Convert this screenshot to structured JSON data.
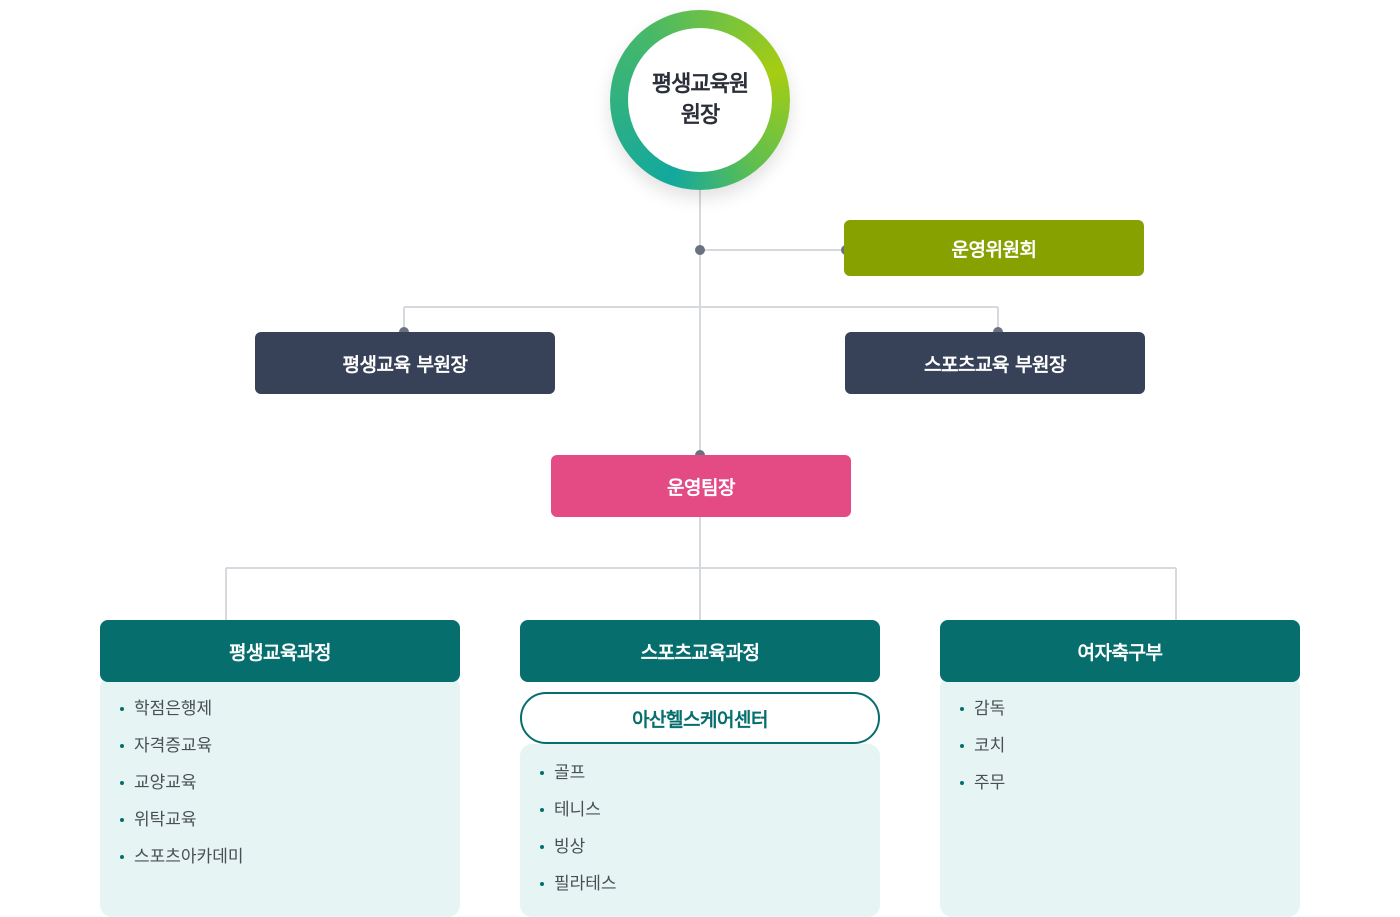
{
  "director": {
    "line1": "평생교육원",
    "line2": "원장"
  },
  "committee": "운영위원회",
  "vice_presidents": [
    "평생교육 부원장",
    "스포츠교육 부원장"
  ],
  "team_leader": "운영팀장",
  "departments": [
    {
      "title": "평생교육과정",
      "items": [
        "학점은행제",
        "자격증교육",
        "교양교육",
        "위탁교육",
        "스포츠아카데미"
      ]
    },
    {
      "title": "스포츠교육과정",
      "sub_center": "아산헬스케어센터",
      "items": [
        "골프",
        "테니스",
        "빙상",
        "필라테스"
      ]
    },
    {
      "title": "여자축구부",
      "items": [
        "감독",
        "코치",
        "주무"
      ]
    }
  ],
  "colors": {
    "committee": "#86a100",
    "vice_president": "#374157",
    "team_leader": "#e44a83",
    "department": "#076e6e",
    "panel": "#e6f4f3",
    "connector": "#d6d9de"
  }
}
